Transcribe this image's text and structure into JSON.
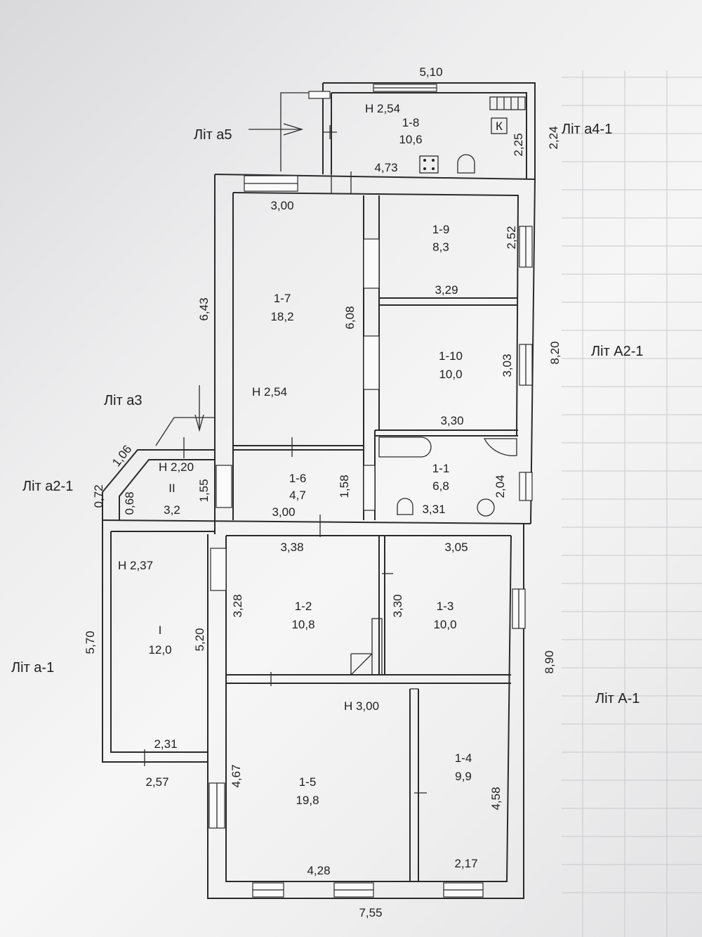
{
  "rooms": {
    "r18": {
      "id": "1-8",
      "area": "10,6",
      "height": "Н 2,54"
    },
    "r19": {
      "id": "1-9",
      "area": "8,3"
    },
    "r17": {
      "id": "1-7",
      "area": "18,2",
      "height": "Н 2,54"
    },
    "r110": {
      "id": "1-10",
      "area": "10,0"
    },
    "r16": {
      "id": "1-6",
      "area": "4,7"
    },
    "r11": {
      "id": "1-1",
      "area": "6,8"
    },
    "rII": {
      "id": "II",
      "area": "3,2",
      "height": "Н 2,20"
    },
    "rI": {
      "id": "I",
      "area": "12,0",
      "height": "Н 2,37"
    },
    "r12": {
      "id": "1-2",
      "area": "10,8"
    },
    "r13": {
      "id": "1-3",
      "area": "10,0"
    },
    "r15": {
      "id": "1-5",
      "area": "19,8",
      "height": "Н 3,00"
    },
    "r14": {
      "id": "1-4",
      "area": "9,9"
    }
  },
  "dims": {
    "d510": "5,10",
    "d473": "4,73",
    "d225": "2,25",
    "d224": "2,24",
    "d300a": "3,00",
    "d643": "6,43",
    "d608": "6,08",
    "d252": "2,52",
    "d329": "3,29",
    "d303": "3,03",
    "d820": "8,20",
    "d330a": "3,30",
    "d106": "1,06",
    "d072": "0,72",
    "d068": "0,68",
    "d155": "1,55",
    "d300b": "3,00",
    "d158": "1,58",
    "d204": "2,04",
    "d331": "3,31",
    "d338": "3,38",
    "d305": "3,05",
    "d328": "3,28",
    "d330b": "3,30",
    "d570": "5,70",
    "d520": "5,20",
    "d890": "8,90",
    "d231": "2,31",
    "d257": "2,57",
    "d467": "4,67",
    "d458": "4,58",
    "d428": "4,28",
    "d217": "2,17",
    "d755": "7,55"
  },
  "lit": {
    "a5": "Літ а5",
    "a4": "Літ а4-1",
    "A2": "Літ А2-1",
    "a3": "Літ а3",
    "a2": "Літ а2-1",
    "a1": "Літ а-1",
    "A1": "Літ А-1"
  },
  "symbols": {
    "stove_letter": "К"
  },
  "colors": {
    "ink": "#1e1e1e",
    "paper": "#f2f2f2",
    "grid": "#c9c9cc"
  }
}
